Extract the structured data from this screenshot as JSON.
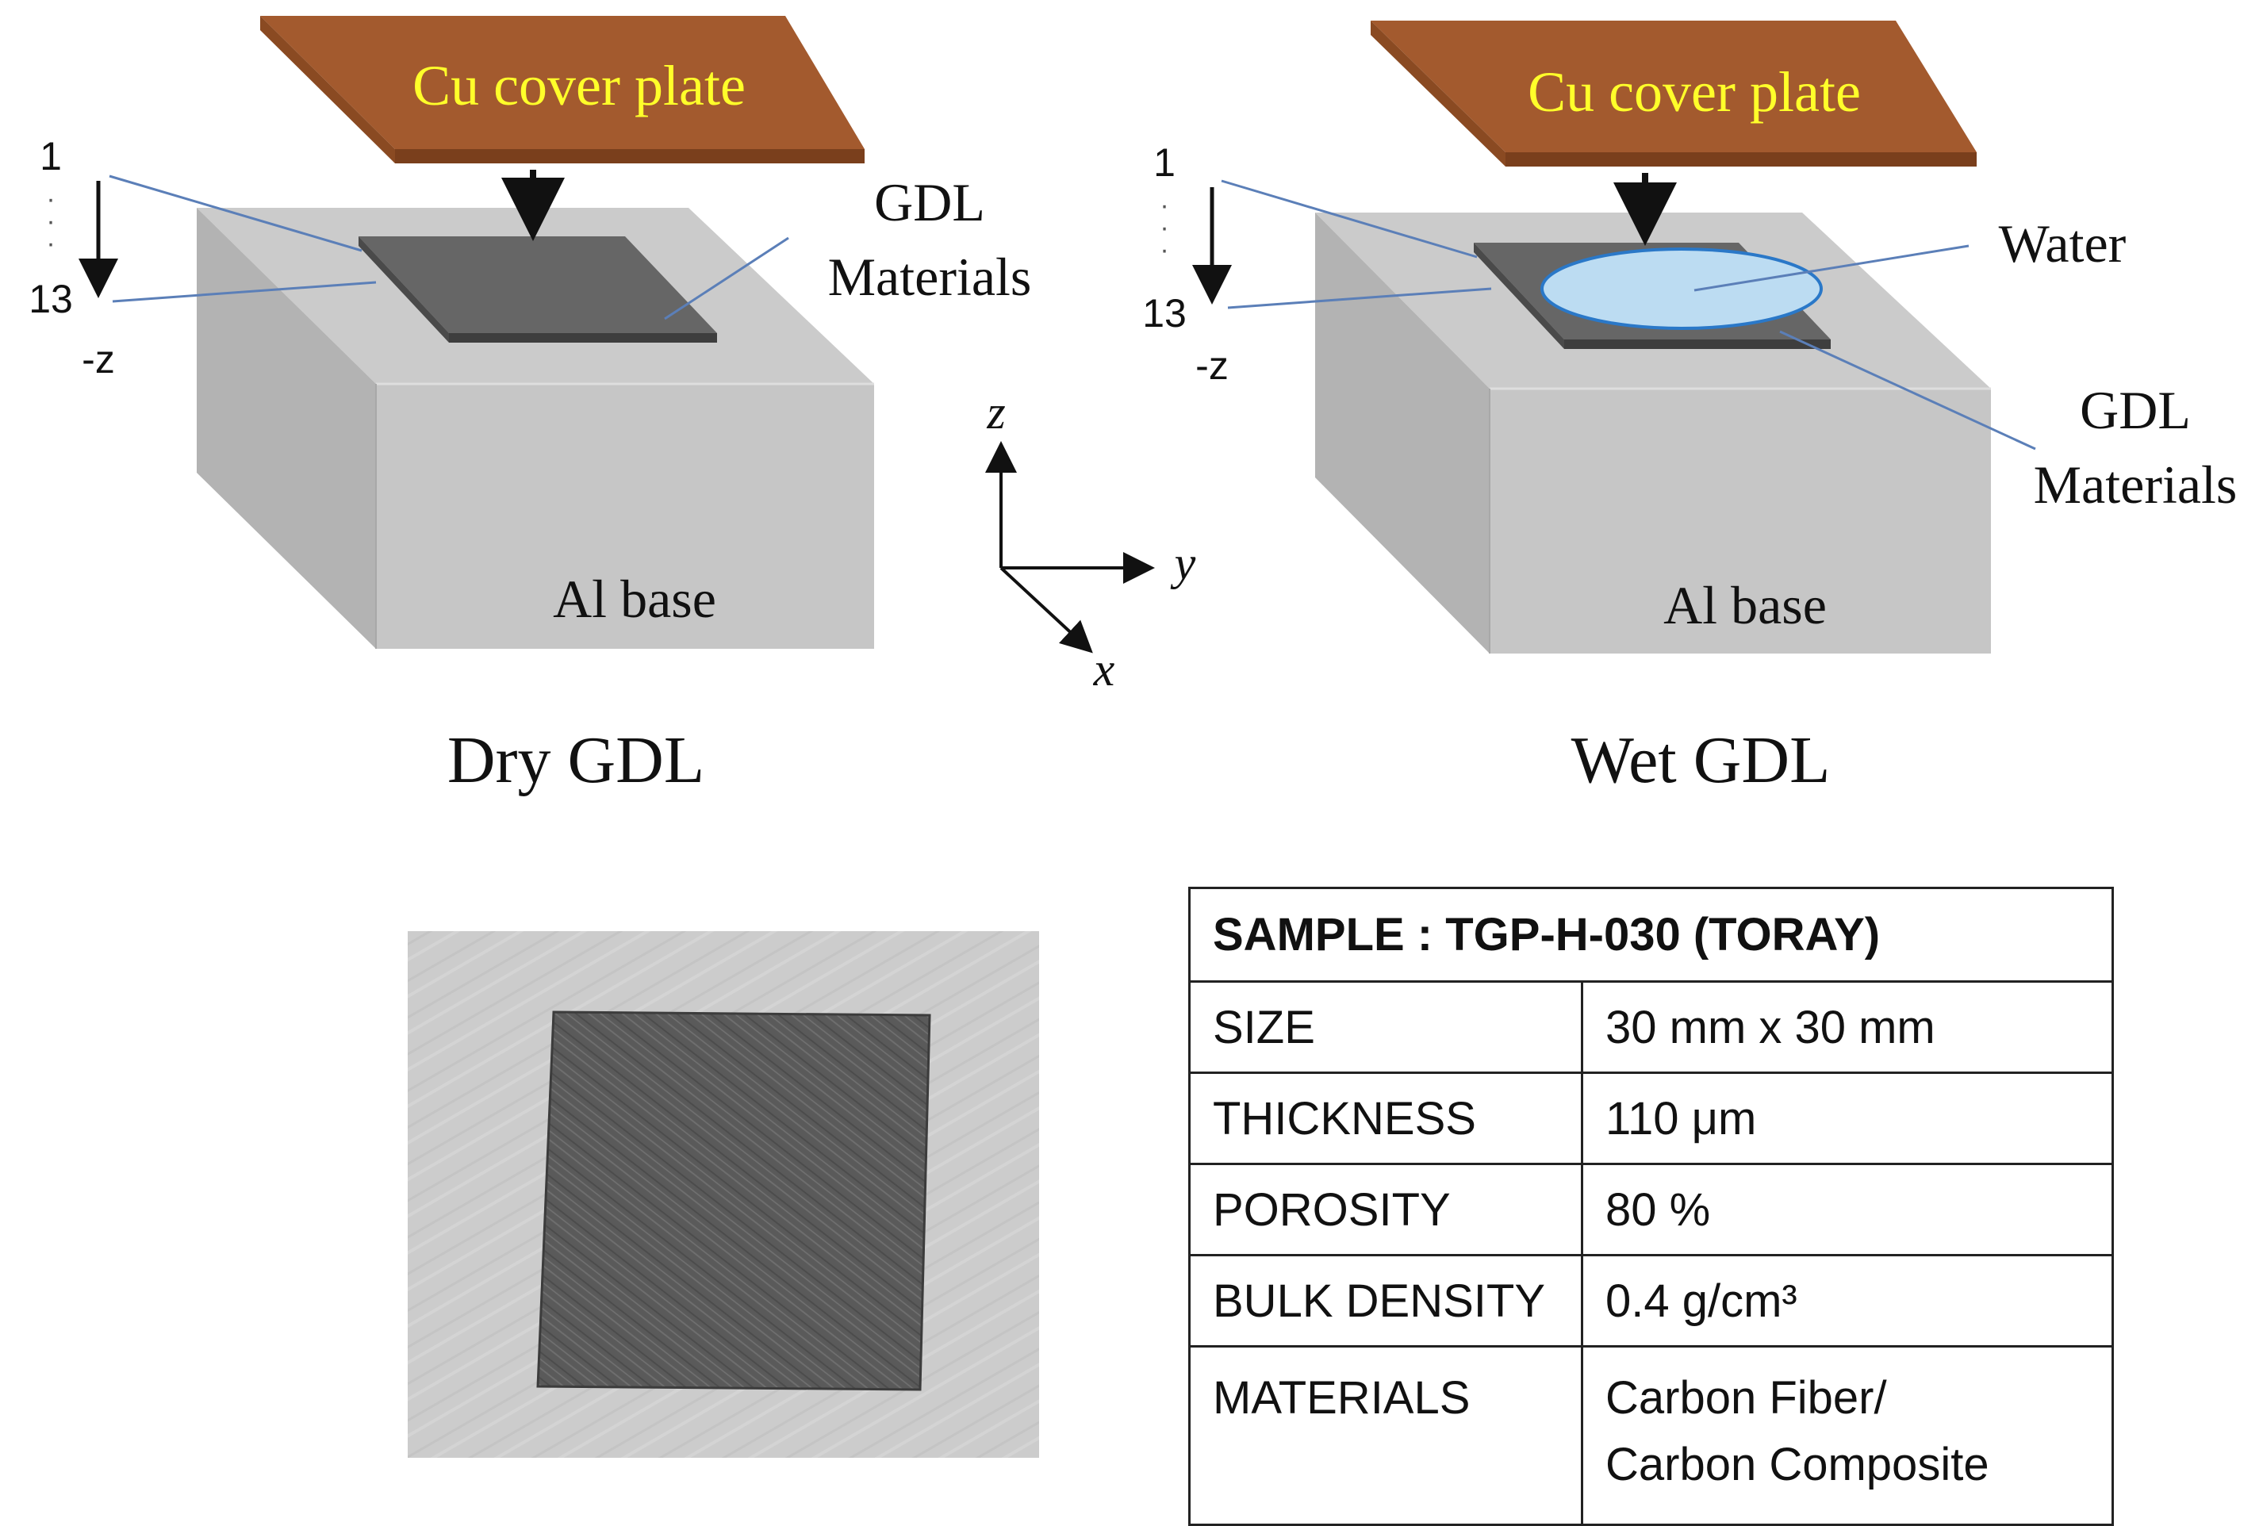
{
  "dry": {
    "cover_label": "Cu cover plate",
    "gdl_label_line1": "GDL",
    "gdl_label_line2": "Materials",
    "base_label": "Al base",
    "layer_top": "1",
    "layer_bottom": "13",
    "depth_axis": "-z",
    "caption": "Dry GDL"
  },
  "wet": {
    "cover_label": "Cu cover plate",
    "water_label": "Water",
    "gdl_label_line1": "GDL",
    "gdl_label_line2": "Materials",
    "base_label": "Al base",
    "layer_top": "1",
    "layer_bottom": "13",
    "depth_axis": "-z",
    "caption": "Wet GDL"
  },
  "axes": {
    "z": "z",
    "y": "y",
    "x": "x"
  },
  "colors": {
    "copper": "#a35a2e",
    "copper_dark": "#7a3f1c",
    "cover_text": "#ffff2a",
    "base_top": "#cbcbcb",
    "base_left": "#b3b3b3",
    "base_front": "#c6c6c6",
    "gdl": "#666666",
    "water": "#bcdcf2",
    "water_edge": "#2a78c8",
    "leader": "#5b7fb8"
  },
  "table": {
    "title": "SAMPLE : TGP-H-030 (TORAY)",
    "rows": [
      {
        "key": "SIZE",
        "value": "30 mm x 30 mm"
      },
      {
        "key": "THICKNESS",
        "value": "110 μm"
      },
      {
        "key": "POROSITY",
        "value": "80 %"
      },
      {
        "key": "BULK DENSITY",
        "value": "0.4 g/cm³"
      },
      {
        "key": "MATERIALS",
        "value": "Carbon Fiber/",
        "value2": "Carbon Composite"
      }
    ]
  }
}
